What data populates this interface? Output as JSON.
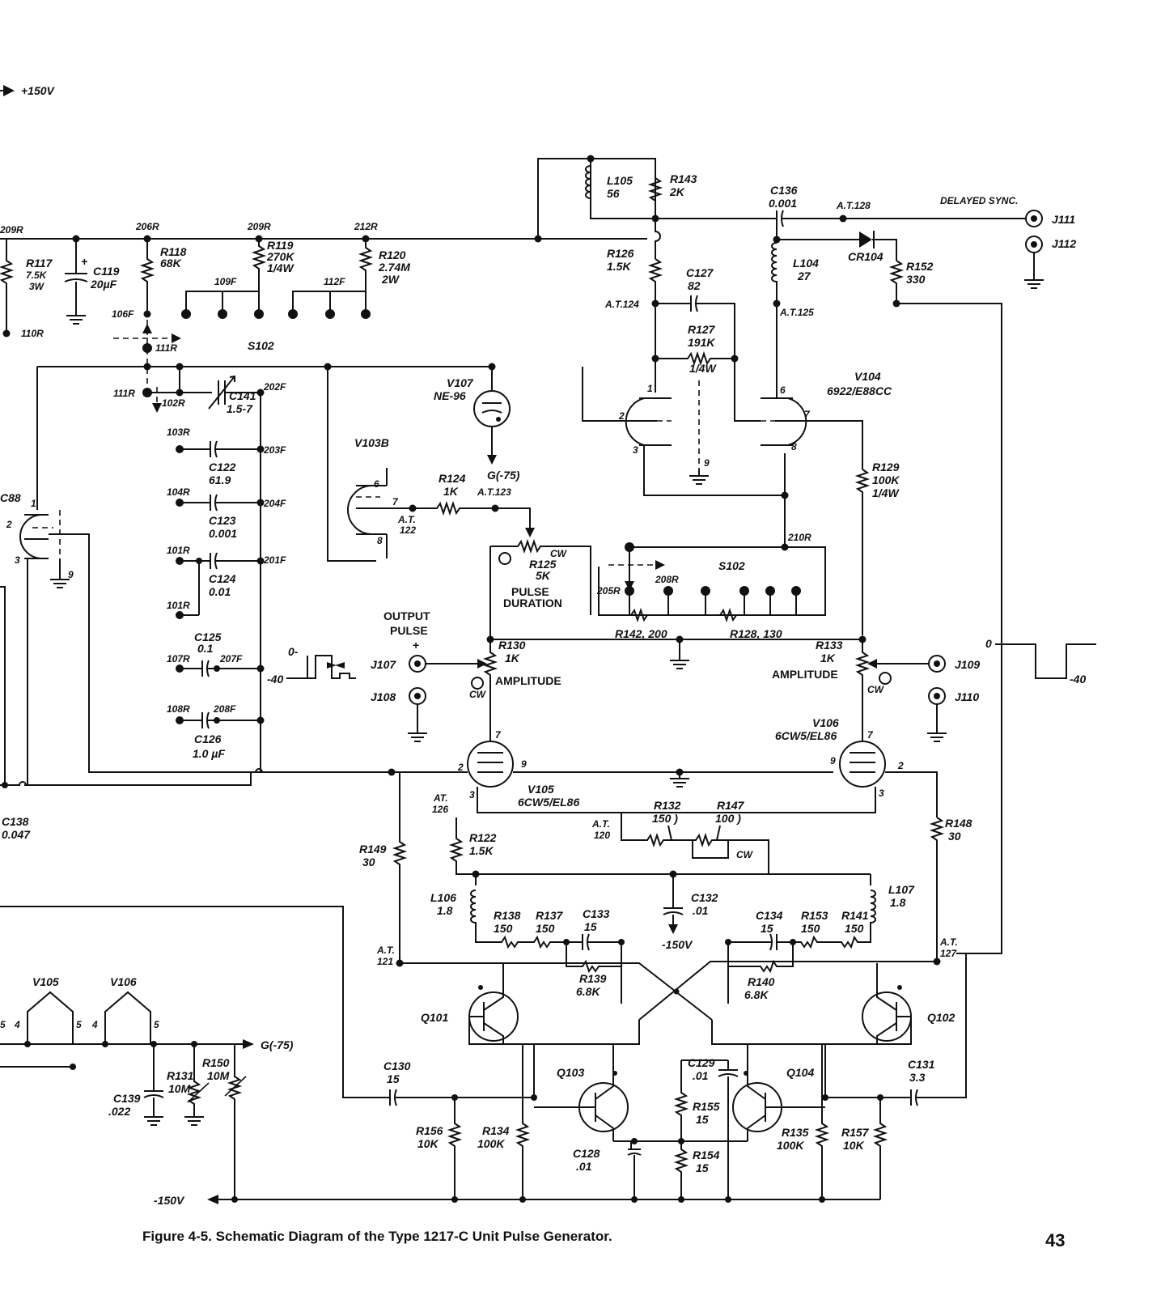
{
  "power": {
    "plus150": "+150V",
    "minus150_bottom": "-150V",
    "minus150_c132": "-150V",
    "grid75_v107": "G(-75)",
    "grid75_bias": "G(-75)"
  },
  "switch": {
    "name_top": "S102",
    "name_mid": "S102"
  },
  "nodes": {
    "n209r_left": "209R",
    "n206r": "206R",
    "n209r": "209R",
    "n212r": "212R",
    "n110r": "110R",
    "n106f": "106F",
    "n111r_a": "111R",
    "n111r_b": "111R",
    "n109f": "109F",
    "n112f": "112F",
    "n102r": "102R",
    "n202f": "202F",
    "n103r": "103R",
    "n203f": "203F",
    "n104r": "104R",
    "n204f": "204F",
    "n101r_a": "101R",
    "n201f": "201F",
    "n101r_b": "101R",
    "n107r": "107R",
    "n207f": "207F",
    "n108r": "108R",
    "n208f": "208F",
    "n210r": "210R",
    "n205r": "205R",
    "n208r": "208R"
  },
  "components": {
    "r117": {
      "ref": "R117",
      "value": "7.5K",
      "extra": "3W"
    },
    "c119": {
      "ref": "C119",
      "value": "20µF"
    },
    "r118": {
      "ref": "R118",
      "value": "68K"
    },
    "r119": {
      "ref": "R119",
      "value": "270K",
      "extra": "1/4W"
    },
    "r120": {
      "ref": "R120",
      "value": "2.74M",
      "extra": "2W"
    },
    "l105": {
      "ref": "L105",
      "value": "56"
    },
    "r143": {
      "ref": "R143",
      "value": "2K"
    },
    "c136": {
      "ref": "C136",
      "value": "0.001"
    },
    "r126": {
      "ref": "R126",
      "value": "1.5K"
    },
    "c127": {
      "ref": "C127",
      "value": "82"
    },
    "l104": {
      "ref": "L104",
      "value": "27"
    },
    "cr104": {
      "ref": "CR104"
    },
    "r152": {
      "ref": "R152",
      "value": "330"
    },
    "r127": {
      "ref": "R127",
      "value": "191K",
      "extra": "1/4W"
    },
    "v104": {
      "ref": "V104",
      "value": "6922/E88CC"
    },
    "v107": {
      "ref": "V107",
      "value": "NE-96"
    },
    "c141": {
      "ref": "C141",
      "value": "1.5-7"
    },
    "c122": {
      "ref": "C122",
      "value": "61.9"
    },
    "c123": {
      "ref": "C123",
      "value": "0.001"
    },
    "c124": {
      "ref": "C124",
      "value": "0.01"
    },
    "c125": {
      "ref": "C125",
      "value": "0.1"
    },
    "c126": {
      "ref": "C126",
      "value": "1.0 µF"
    },
    "v103b": {
      "ref": "V103B"
    },
    "r124": {
      "ref": "R124",
      "value": "1K"
    },
    "r125": {
      "ref": "R125",
      "value": "5K",
      "fn1": "PULSE",
      "fn2": "DURATION"
    },
    "r129": {
      "ref": "R129",
      "value": "100K",
      "extra": "1/4W"
    },
    "r142": {
      "ref": "R142, 200"
    },
    "r128": {
      "ref": "R128, 130"
    },
    "r130": {
      "ref": "R130",
      "value": "1K"
    },
    "r133": {
      "ref": "R133",
      "value": "1K"
    },
    "v105": {
      "ref": "V105",
      "value": "6CW5/EL86"
    },
    "v106": {
      "ref": "V106",
      "value": "6CW5/EL86"
    },
    "c138": {
      "ref": "C138",
      "value": "0.047"
    },
    "v88": {
      "ref": "C88"
    },
    "r149": {
      "ref": "R149",
      "value": "30"
    },
    "r122": {
      "ref": "R122",
      "value": "1.5K"
    },
    "r132": {
      "ref": "R132",
      "value": "150 )"
    },
    "r147": {
      "ref": "R147",
      "value": "100 )"
    },
    "r148": {
      "ref": "R148",
      "value": "30"
    },
    "l106": {
      "ref": "L106",
      "value": "1.8"
    },
    "l107": {
      "ref": "L107",
      "value": "1.8"
    },
    "r138": {
      "ref": "R138",
      "value": "150"
    },
    "r137": {
      "ref": "R137",
      "value": "150"
    },
    "c133": {
      "ref": "C133",
      "value": "15"
    },
    "c132": {
      "ref": "C132",
      "value": ".01"
    },
    "c134": {
      "ref": "C134",
      "value": "15"
    },
    "r153": {
      "ref": "R153",
      "value": "150"
    },
    "r141": {
      "ref": "R141",
      "value": "150"
    },
    "r139": {
      "ref": "R139",
      "value": "6.8K"
    },
    "r140": {
      "ref": "R140",
      "value": "6.8K"
    },
    "q101": {
      "ref": "Q101"
    },
    "q102": {
      "ref": "Q102"
    },
    "q103": {
      "ref": "Q103"
    },
    "q104": {
      "ref": "Q104"
    },
    "c130": {
      "ref": "C130",
      "value": "15"
    },
    "c131": {
      "ref": "C131",
      "value": "3.3"
    },
    "c129": {
      "ref": "C129",
      "value": ".01"
    },
    "r155": {
      "ref": "R155",
      "value": "15"
    },
    "r154": {
      "ref": "R154",
      "value": "15"
    },
    "c128": {
      "ref": "C128",
      "value": ".01"
    },
    "r156": {
      "ref": "R156",
      "value": "10K"
    },
    "r134": {
      "ref": "R134",
      "value": "100K"
    },
    "r135": {
      "ref": "R135",
      "value": "100K"
    },
    "r157": {
      "ref": "R157",
      "value": "10K"
    },
    "c139": {
      "ref": "C139",
      "value": ".022"
    },
    "r131": {
      "ref": "R131",
      "value": "10M"
    },
    "r150": {
      "ref": "R150",
      "value": "10M"
    }
  },
  "test_points": {
    "at128": "A.T.128",
    "at124": "A.T.124",
    "at125": "A.T.125",
    "at123": "A.T.123",
    "at122_a": "A.T.",
    "at122_b": "122",
    "at126_a": "AT.",
    "at126_b": "126",
    "at120_a": "A.T.",
    "at120_b": "120",
    "at121_a": "A.T.",
    "at121_b": "121",
    "at127_a": "A.T.",
    "at127_b": "127"
  },
  "jacks": {
    "j111": "J111",
    "j112": "J112",
    "j107": "J107",
    "j108": "J108",
    "j109": "J109",
    "j110": "J110",
    "delayed_sync": "DELAYED SYNC.",
    "output_pulse_1": "OUTPUT",
    "output_pulse_2": "PULSE",
    "plus": "+",
    "amplitude_left": "AMPLITUDE",
    "amplitude_right": "AMPLITUDE",
    "cw": "CW"
  },
  "waveforms": {
    "left_zero": "0-",
    "left_low": "-40",
    "right_zero": "0",
    "right_low": "-40"
  },
  "heaters": {
    "v105": "V105",
    "v106": "V106",
    "pin4a": "4",
    "pin5a": "5",
    "pin4b": "4",
    "pin5b": "5",
    "pin5c": "5"
  },
  "pins": {
    "one": "1",
    "two": "2",
    "three": "3",
    "six": "6",
    "seven": "7",
    "eight": "8",
    "nine": "9"
  },
  "caption": "Figure 4-5.  Schematic Diagram of the Type 1217-C Unit Pulse Generator.",
  "page_number": "43"
}
